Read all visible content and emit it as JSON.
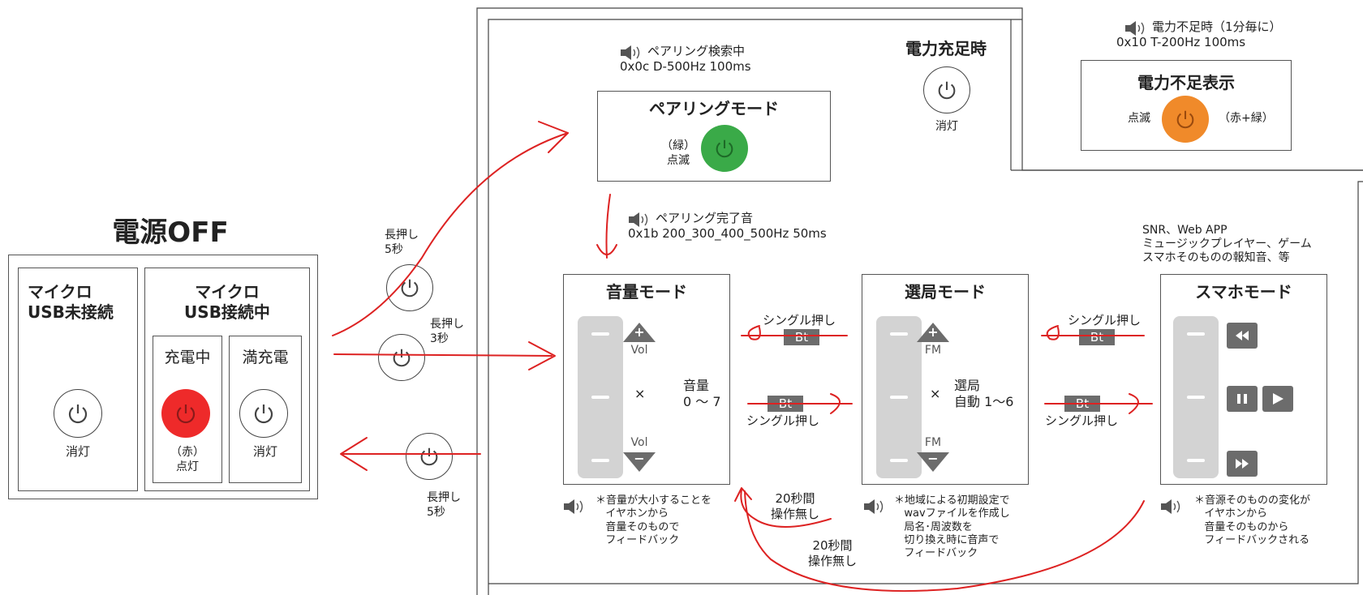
{
  "power_off": {
    "title": "電源OFF",
    "usb_disconnected": {
      "title": "マイクロ\nUSB未接続",
      "state": "消灯"
    },
    "usb_connected": {
      "title": "マイクロ\nUSB接続中",
      "charging": {
        "title": "充電中",
        "state": "（赤）\n点灯"
      },
      "full": {
        "title": "満充電",
        "state": "消灯"
      }
    }
  },
  "transitions": {
    "to_pairing": "長押し\n5秒",
    "to_volume": "長押し\n3秒",
    "to_off": "長押し\n5秒"
  },
  "pairing": {
    "sound": "ペアリング検索中\n0x0c D-500Hz 100ms",
    "title": "ペアリングモード",
    "state": "（緑）\n点滅",
    "complete_sound": "ペアリング完了音\n0x1b 200_300_400_500Hz 50ms"
  },
  "power_full": {
    "title": "電力充足時",
    "state": "消灯"
  },
  "power_low": {
    "sound": "電力不足時（1分毎に）\n0x10 T-200Hz 100ms",
    "title": "電力不足表示",
    "left": "点滅",
    "right": "（赤+緑）"
  },
  "volume_mode": {
    "title": "音量モード",
    "plus": "+",
    "plus_label": "Vol",
    "minus": "−",
    "minus_label": "Vol",
    "cross": "×",
    "range": "音量\n0 ～ 7",
    "note": "＊音量が大小することを\n   イヤホンから\n   音量そのもので\n   フィードバック"
  },
  "station_mode": {
    "title": "選局モード",
    "plus": "+",
    "plus_label": "FM",
    "minus": "−",
    "minus_label": "FM",
    "cross": "×",
    "range": "選局\n自動 1～6",
    "note": "＊地域による初期設定で\n   wavファイルを作成し\n   局名･周波数を\n   切り換え時に音声で\n   フィードバック"
  },
  "phone_mode": {
    "title": "スマホモード",
    "apps": "SNR、Web APP\nミュージックプレイヤー、ゲーム\nスマホそのものの報知音、等",
    "note": "＊音源そのものの変化が\n   イヤホンから\n   音量そのものから\n   フィードバックされる"
  },
  "single_press": "シングル押し",
  "bt": "Bt",
  "timeout": "20秒間\n操作無し",
  "colors": {
    "red": "#ee2a2a",
    "green": "#3aaa48",
    "orange": "#f08a2a",
    "gray": "#6c6c6c",
    "slider": "#d3d3d3",
    "arrow": "#dd2222"
  }
}
